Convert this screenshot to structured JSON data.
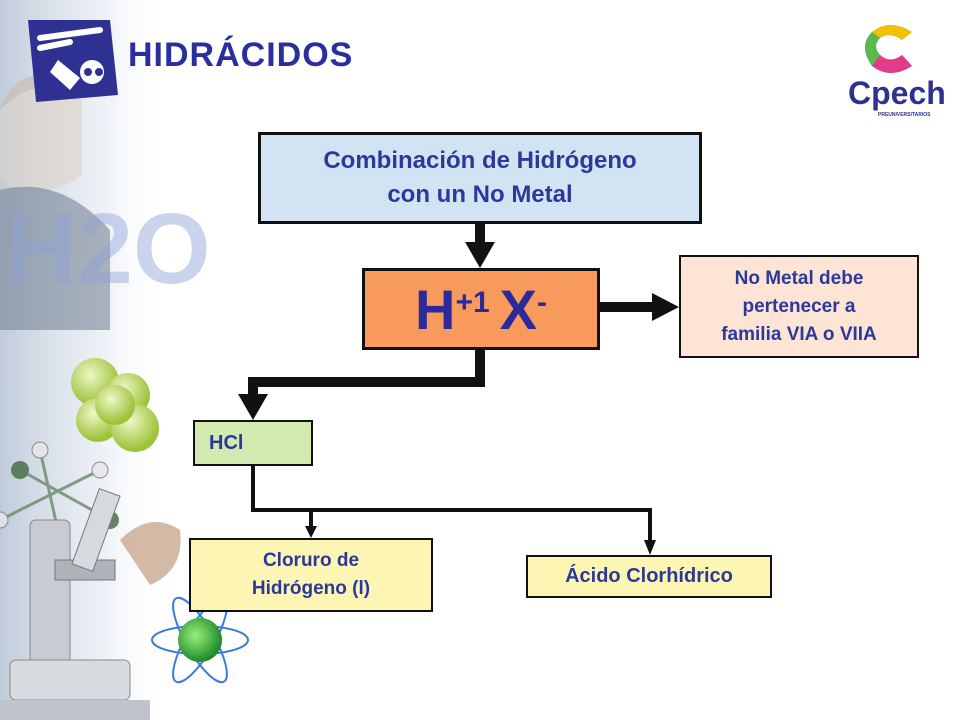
{
  "header": {
    "title": "HIDRÁCIDOS",
    "logo_text": "Cpech",
    "logo_subtext": "PREUNIVERSITARIOS",
    "background_text": "H2O"
  },
  "diagram": {
    "combination": {
      "line1": "Combinación de Hidrógeno",
      "line2": "con un No Metal"
    },
    "formula": {
      "base1": "H",
      "sup1": "+1",
      "base2": "X",
      "sup2": "-"
    },
    "note": {
      "line1": "No Metal debe",
      "line2": "pertenecer a",
      "line3": "familia VIA o VIIA"
    },
    "example": "HCl",
    "name1": {
      "line1": "Cloruro de",
      "line2": "Hidrógeno (l)"
    },
    "name2": "Ácido Clorhídrico"
  },
  "colors": {
    "title": "#2b2f9e",
    "combination_box": "#d2e4f3",
    "formula_box": "#f79a5c",
    "note_box": "#fde4d4",
    "example_box": "#d2e9b0",
    "name_boxes": "#fdf5b4"
  }
}
